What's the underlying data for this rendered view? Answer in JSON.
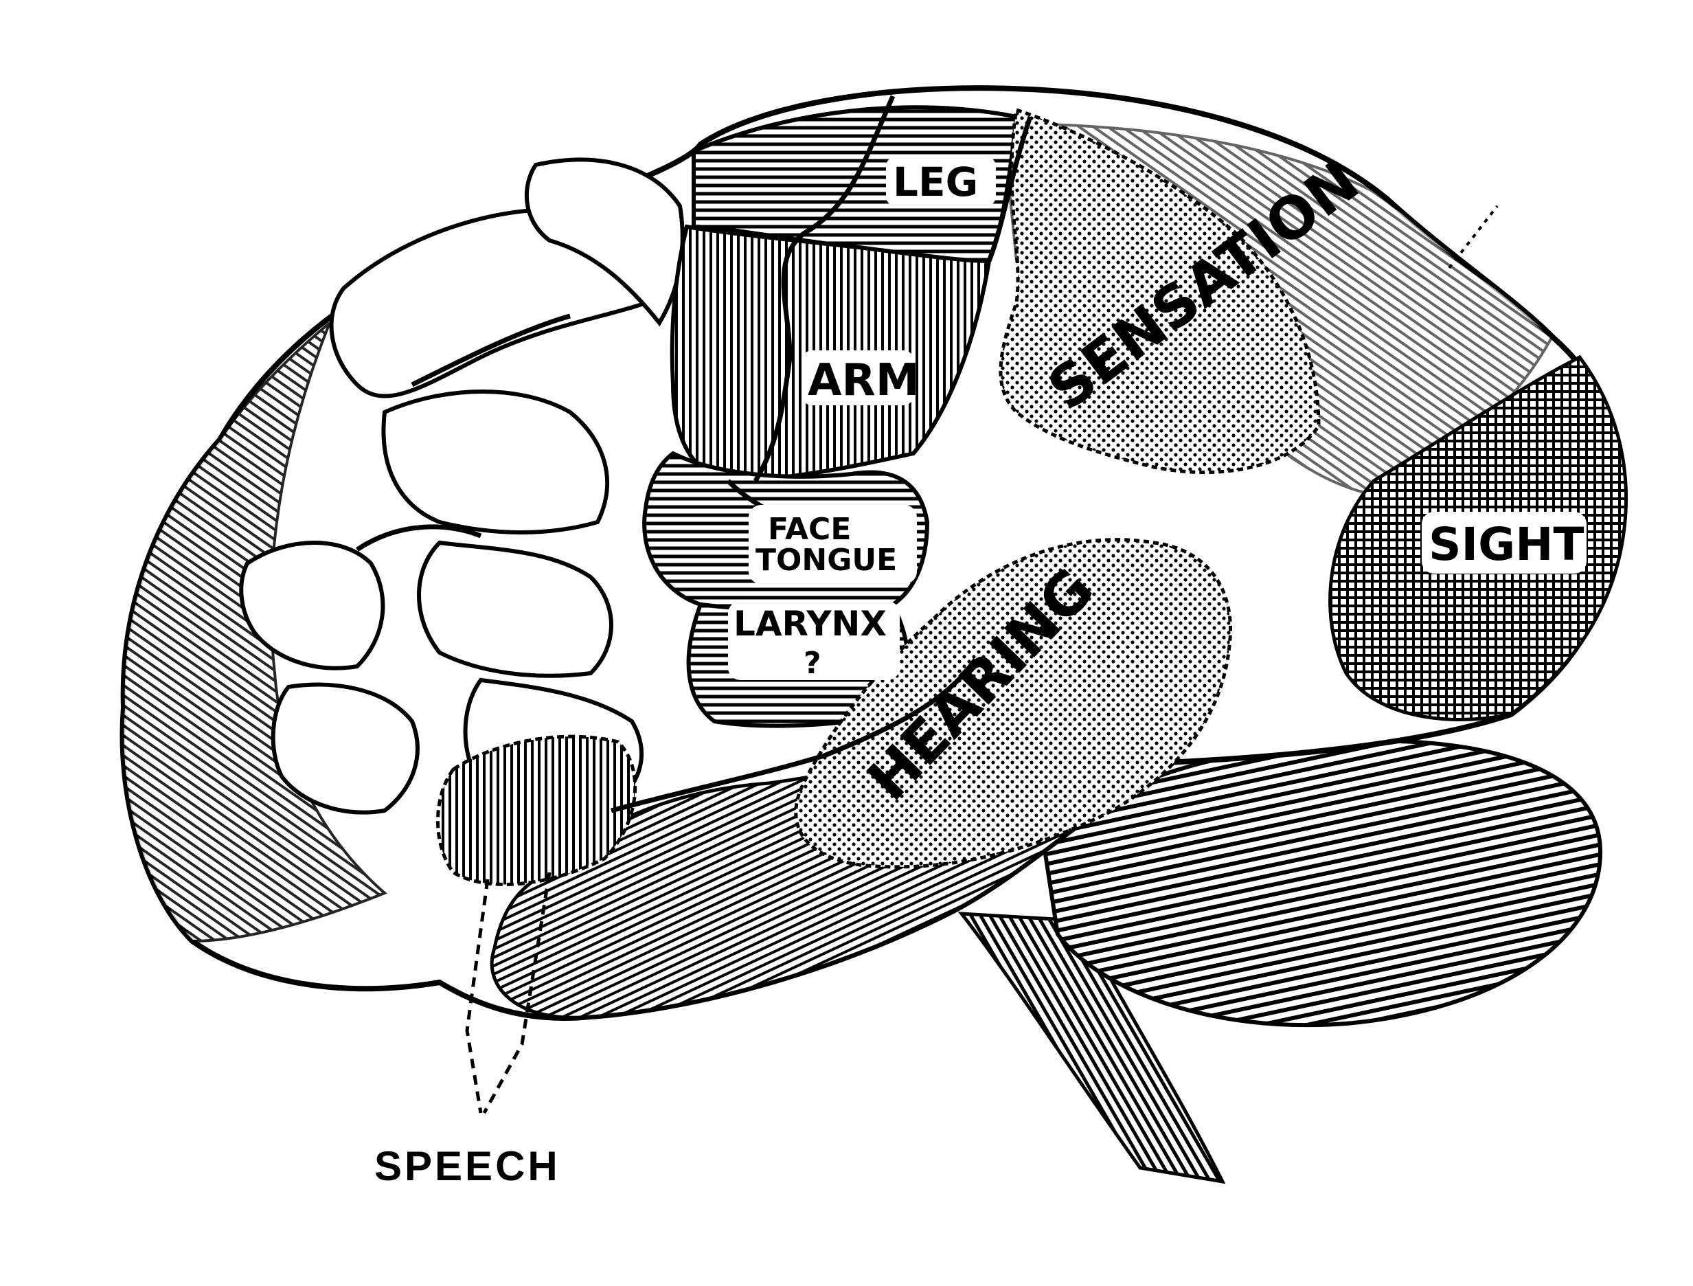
{
  "labels": {
    "leg": "LEG",
    "arm": "ARM",
    "face": "FACE",
    "tongue": "TONGUE",
    "larynx": "LARYNX",
    "larynx_q": "?",
    "sensation": "SENSATION",
    "hearing": "HEARING",
    "sight": "SIGHT",
    "speech": "SPEECH"
  },
  "colors": {
    "ink": "#000000",
    "paper": "#ffffff"
  }
}
